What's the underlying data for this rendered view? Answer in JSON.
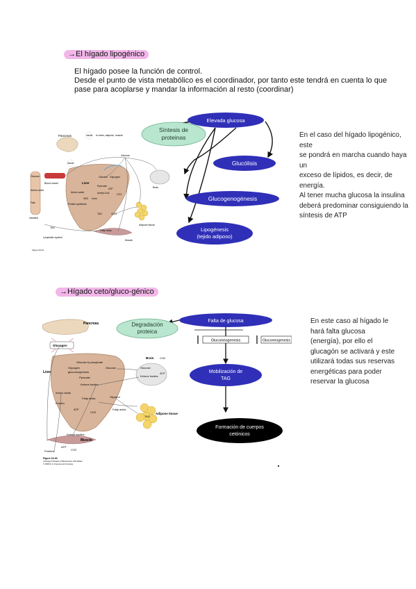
{
  "section1": {
    "heading": "El hígado lipogénico",
    "intro_lines": [
      "El hígado posee la función de control.",
      "Desde el punto de vista metabólico es el coordinador, por tanto este tendrá en cuenta lo que",
      "pase para acoplarse y mandar la información al resto (coordinar)"
    ],
    "side_lines": [
      "En el caso del hígado lipogénico, este",
      "se pondrá en marcha cuando haya un",
      "exceso de lípidos, es decir, de",
      "energía.",
      "Al tener mucha glucosa la insulina",
      "deberá predominar consiguiendo la",
      "síntesis de ATP"
    ],
    "diagram": {
      "elevada_glucosa": "Elevada glucosa",
      "sintesis_l1": "Síntesis de",
      "sintesis_l2": "proteinas",
      "glucolisis": "Glucólisis",
      "glucogenogenesis": "Glucogenogénesis",
      "lipogenesis_l1": "Lipogénesis",
      "lipogenesis_l2": "(tejido adiposo)"
    },
    "figure": {
      "pancreas": "Pancreas",
      "insulin_top": "Insulin",
      "insulin_targets": "to brain, adipose, muscle",
      "insulin": "Insulin",
      "glucose": "Glucose",
      "liver": "Liver",
      "glucose_in_liver": "Glucose",
      "glycogen": "Glycogen",
      "pyruvate": "Pyruvate",
      "amino_acids": "Amino acids",
      "nh3": "NH3",
      "urea": "Urea",
      "acetyl_coa": "Acetyl-CoA",
      "atp": "ATP",
      "co2": "CO2",
      "protein_synthesis": "Protein synthesis",
      "tag": "TAG",
      "vldl": "VLDL",
      "fatty_acids": "Fatty acids",
      "blood_vessel": "Blood vessel",
      "glucose_gut": "Glucose",
      "amino_gut": "Amino acids",
      "fats": "Fats",
      "intestine": "Intestine",
      "lymphatic": "Lymphatic system",
      "brain": "Brain",
      "adipose": "Adipose tissue",
      "muscle": "Muscle",
      "figure_label": "Figure 23-24"
    }
  },
  "section2": {
    "heading": "Hígado ceto/gluco-génico",
    "side_lines": [
      "En este caso al hígado le",
      "hará falta glucosa",
      "(energía), por ello el",
      "glucagón se activará y este",
      "utilizará todas sus reservas",
      "energéticas para poder",
      "reservar la glucosa"
    ],
    "diagram": {
      "falta_glucosa": "Falta de glucosa",
      "degradacion_l1": "Degradación",
      "degradacion_l2": "proteica",
      "gluconeogenesis_left": "Gluconeogenesis",
      "gluconeogenesis_right": "Gluconeogenesis",
      "movilizacion_l1": "Mobilización de",
      "movilizacion_l2": "TAG",
      "formacion_l1": "Formación de cuerpos",
      "formacion_l2": "cetónicos"
    },
    "figure": {
      "pancreas": "Pancreas",
      "glucagon": "Glucagon",
      "liver": "Liver",
      "g6p": "Glucose 6-phosphate",
      "glycogen": "Glycogen",
      "gluconeogenesis": "gluconeogenesis",
      "pyruvate": "Pyruvate",
      "glucose": "Glucose",
      "ketone_bodies": "Ketone bodies",
      "amino_acids": "Amino acids",
      "protein": "Protein",
      "fatty_acids": "Fatty acids",
      "atp": "ATP",
      "co2": "CO2",
      "glycerol": "Glycerol",
      "brain": "Brain",
      "co2_brain": "CO2",
      "glucose_brain": "Glucose",
      "ketone_brain": "Ketone bodies",
      "atp_brain": "ATP",
      "fatty_acids_blood": "Fatty acids",
      "tag": "TAG",
      "adipose": "Adipose tissue",
      "ketone_muscle": "Ketone bodies",
      "muscle": "Muscle",
      "proteins": "Proteins",
      "atp_muscle": "ATP",
      "co2_muscle": "CO2",
      "figure_label": "Figure 23-30",
      "credit_1": "Lehninger Principles of Biochemistry, Fifth Edition",
      "credit_2": "© 2008 W. H. Freeman and Company"
    }
  }
}
